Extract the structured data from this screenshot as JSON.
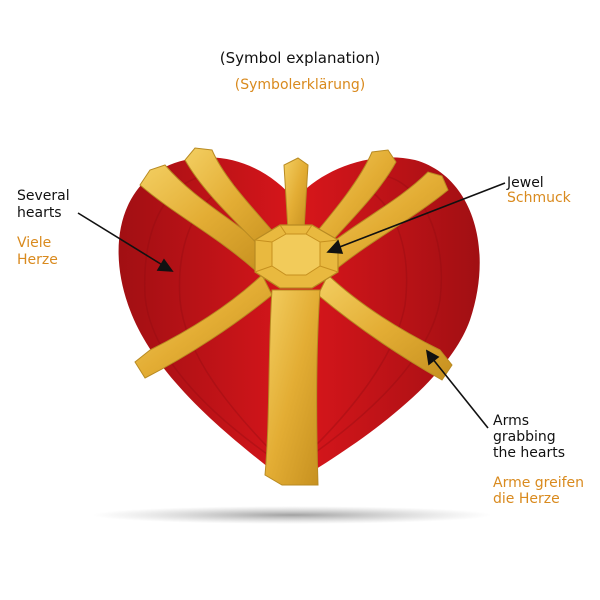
{
  "header": {
    "title": "(Symbol explanation)",
    "subtitle": "(Symbolerklärung)"
  },
  "labels": {
    "hearts": {
      "en": [
        "Several",
        "hearts"
      ],
      "de": [
        "Viele",
        "Herze"
      ]
    },
    "jewel": {
      "en": [
        "Jewel"
      ],
      "de": [
        "Schmuck"
      ]
    },
    "arms": {
      "en": [
        "Arms",
        "grabbing",
        "the hearts"
      ],
      "de": [
        "Arme greifen",
        "die Herze"
      ]
    }
  },
  "colors": {
    "heart_red": "#c81418",
    "heart_dark": "#8e0c10",
    "gold": "#e6b43c",
    "gold_dark": "#b88a22",
    "label_german": "#d98a1e"
  }
}
